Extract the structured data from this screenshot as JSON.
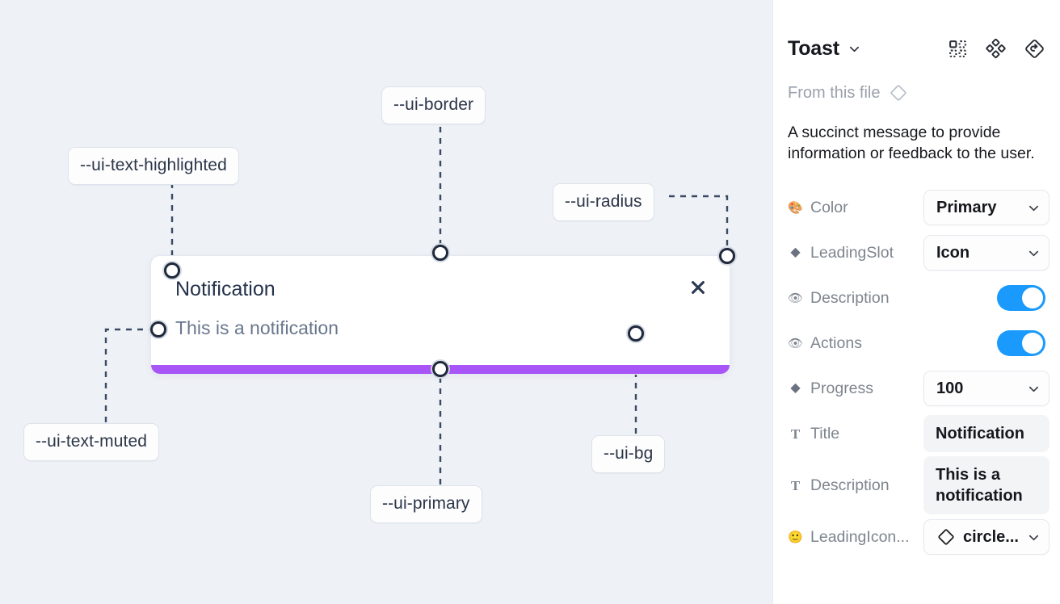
{
  "canvas": {
    "background_color": "#eef1f6",
    "tokens": [
      {
        "name": "ui-text-highlighted",
        "label": "--ui-text-highlighted"
      },
      {
        "name": "ui-border",
        "label": "--ui-border"
      },
      {
        "name": "ui-radius",
        "label": "--ui-radius"
      },
      {
        "name": "ui-text-muted",
        "label": "--ui-text-muted"
      },
      {
        "name": "ui-primary",
        "label": "--ui-primary"
      },
      {
        "name": "ui-bg",
        "label": "--ui-bg"
      }
    ],
    "toast": {
      "title": "Notification",
      "description": "This is a notification",
      "close_icon": "close-icon",
      "progress_color": "#a855f7",
      "background_color": "#ffffff",
      "border_color": "#e3e8ef"
    }
  },
  "panel": {
    "title": "Toast",
    "title_caret_icon": "chevron-down-icon",
    "toolbar_icons": [
      {
        "name": "component-grid-icon"
      },
      {
        "name": "variants-cluster-icon"
      },
      {
        "name": "reset-instance-icon"
      }
    ],
    "from_file": {
      "label": "From this file",
      "icon": "diamond-icon"
    },
    "description": "A succinct message to provide information or feedback to the user.",
    "accent_color": "#1a9afc",
    "properties": [
      {
        "name": "color",
        "icon": "palette-emoji",
        "icon_glyph": "🎨",
        "label": "Color",
        "control": "select",
        "value": "Primary"
      },
      {
        "name": "leading-slot",
        "icon": "diamond-filled-icon",
        "icon_glyph": "◆",
        "label": "LeadingSlot",
        "control": "select",
        "value": "Icon"
      },
      {
        "name": "description-visibility",
        "icon": "eye-emoji",
        "icon_glyph": "👁",
        "label": "Description",
        "control": "toggle",
        "value": "on"
      },
      {
        "name": "actions-visibility",
        "icon": "eye-emoji",
        "icon_glyph": "👁",
        "label": "Actions",
        "control": "toggle",
        "value": "on"
      },
      {
        "name": "progress",
        "icon": "diamond-filled-icon",
        "icon_glyph": "◆",
        "label": "Progress",
        "control": "select",
        "value": "100"
      },
      {
        "name": "title",
        "icon": "text-t-icon",
        "icon_glyph": "T",
        "label": "Title",
        "control": "textbox",
        "value": "Notification"
      },
      {
        "name": "description-text",
        "icon": "text-t-icon",
        "icon_glyph": "T",
        "label": "Description",
        "control": "textbox",
        "value": "This is a notification"
      },
      {
        "name": "leading-icon",
        "icon": "smiley-emoji",
        "icon_glyph": "🙂",
        "label": "LeadingIcon...",
        "control": "select-with-icon",
        "value": "circle...",
        "value_icon": "diamond-outline-icon"
      }
    ]
  }
}
